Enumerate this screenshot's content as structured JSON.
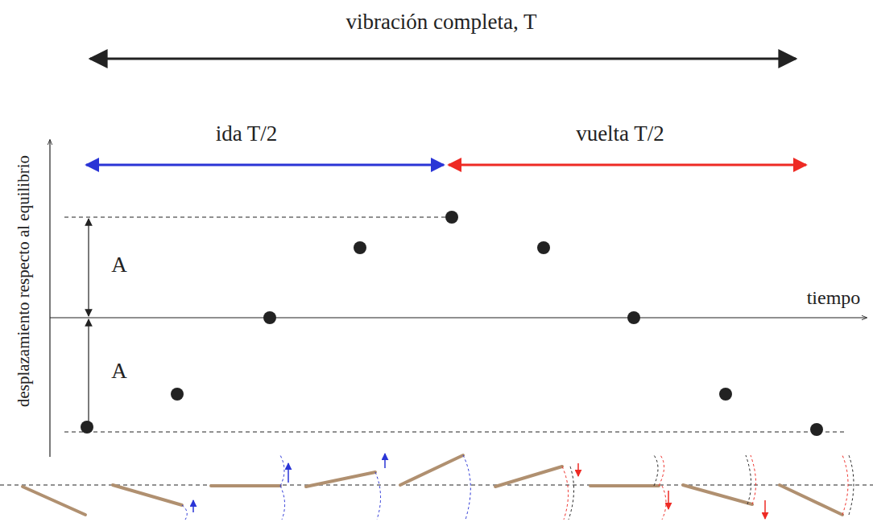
{
  "diagram": {
    "labels": [
      "vibración completa, T",
      "ida T/2",
      "vuelta T/2",
      "A",
      "A",
      "tiempo",
      "desplazamiento respecto al equilibrio"
    ]
  }
}
